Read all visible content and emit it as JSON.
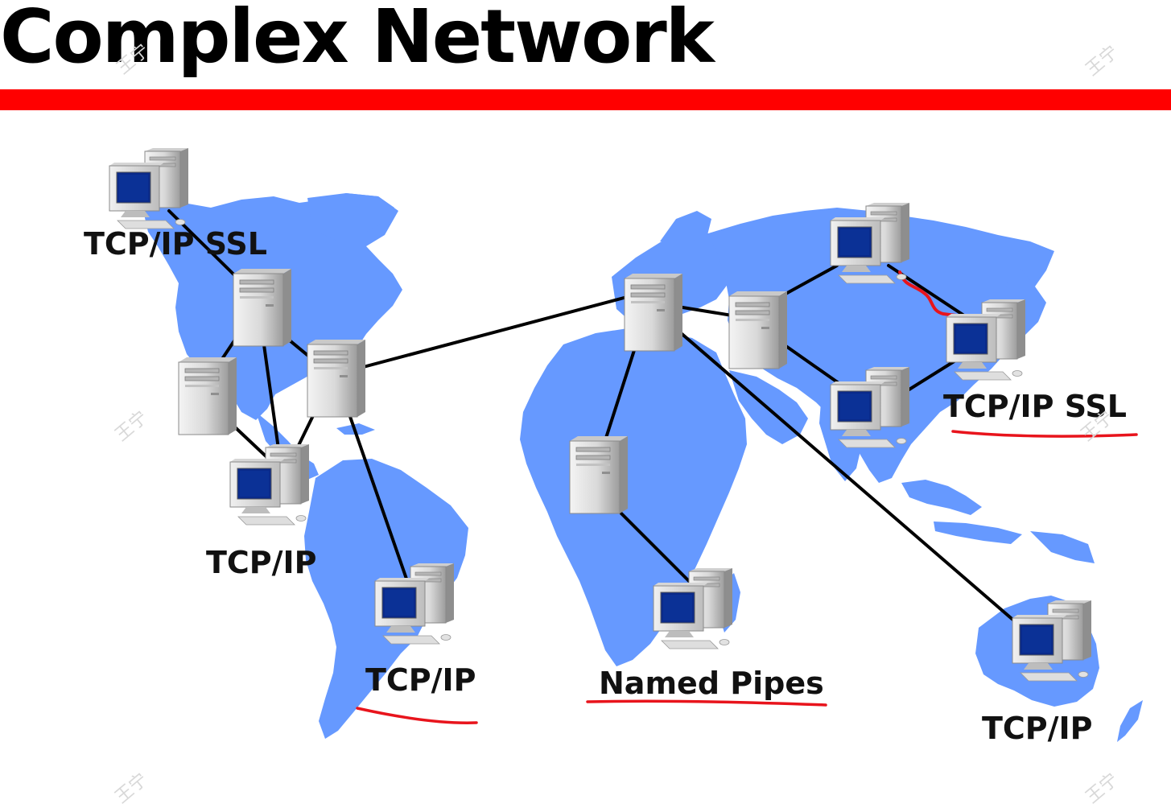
{
  "title": "Complex Network",
  "colors": {
    "accent_rule": "#ff0000",
    "map_blue": "#6699ff",
    "link": "#000000",
    "annotation_underline": "#e8141c"
  },
  "labels": {
    "nw_america": "TCP/IP SSL",
    "central_america": "TCP/IP",
    "south_america": "TCP/IP",
    "africa": "Named Pipes",
    "east_asia": "TCP/IP SSL",
    "australia": "TCP/IP"
  },
  "watermark": "王宁",
  "icons": {
    "server": "server-tower-icon",
    "workstation": "workstation-computer-icon",
    "map": "world-map-icon"
  }
}
